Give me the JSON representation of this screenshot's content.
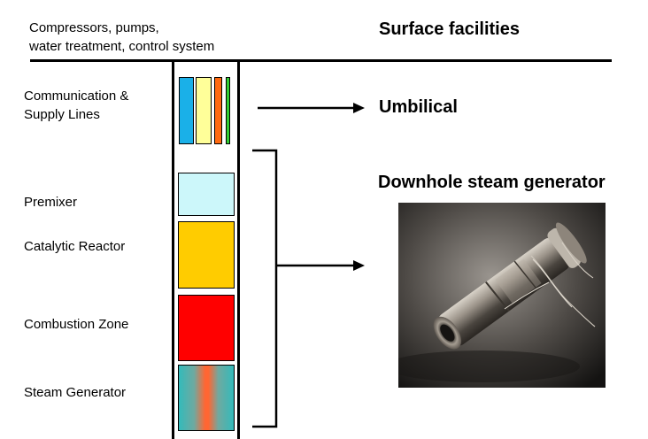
{
  "header": {
    "top_left_line1": "Compressors, pumps,",
    "top_left_line2": "water treatment, control system",
    "surface_title": "Surface facilities"
  },
  "left_labels": {
    "comm_line1": "Communication &",
    "comm_line2": "Supply Lines",
    "premixer": "Premixer",
    "catalytic": "Catalytic Reactor",
    "combustion": "Combustion Zone",
    "steam": "Steam Generator"
  },
  "right_labels": {
    "umbilical": "Umbilical",
    "dsg": "Downhole steam generator"
  },
  "colors": {
    "line_blue": "#1ab0e8",
    "line_yellow": "#ffff99",
    "line_orange": "#ff6a10",
    "line_green": "#33cc33",
    "premixer": "#ccf7fa",
    "catalytic": "#ffcc00",
    "combustion": "#ff0000",
    "steam_edge": "#33bbbb",
    "steam_core": "#ff6633"
  },
  "icons": {
    "photo": "steam-generator-photo"
  }
}
